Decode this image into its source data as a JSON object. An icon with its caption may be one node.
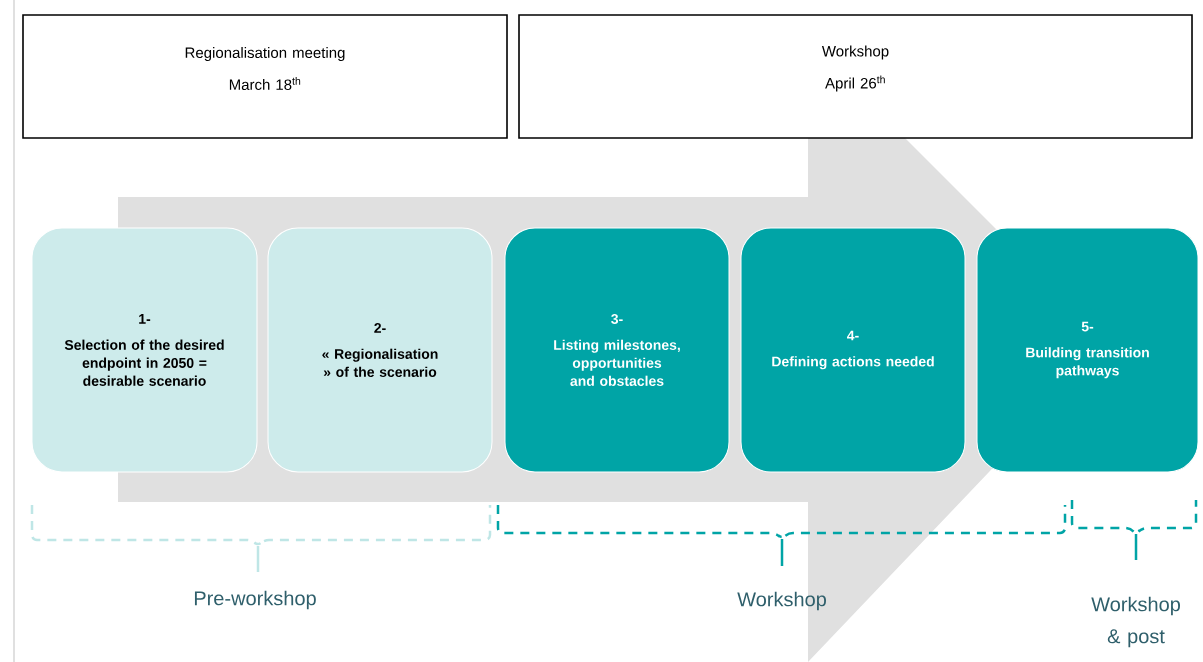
{
  "diagram": {
    "nodes": [
      {
        "text": [
          "Regionalisation meeting",
          "March 18$^{th}$"
        ]
      },
      {
        "text": [
          "Workshop",
          "April 26$^{th}$"
        ]
      },
      {
        "text": [
          "1-",
          "Selection of the desired endpoint in 2050 = desirable scenario"
        ]
      },
      {
        "text": [
          "2-",
          "« Regionalisation » of the scenario"
        ]
      },
      {
        "text": [
          "3-",
          "Listing milestones, opportunities and obstacles"
        ]
      },
      {
        "text": [
          "4-",
          "Defining actions needed"
        ]
      },
      {
        "text": [
          "5-",
          "Building transition pathways"
        ]
      }
    ],
    "edges": [
      {
        "from": 2,
        "to": 6,
        "arrow": "to"
      }
    ],
    "labels": [
      "Pre-workshop",
      "Workshop",
      "Workshop & post"
    ]
  }
}
